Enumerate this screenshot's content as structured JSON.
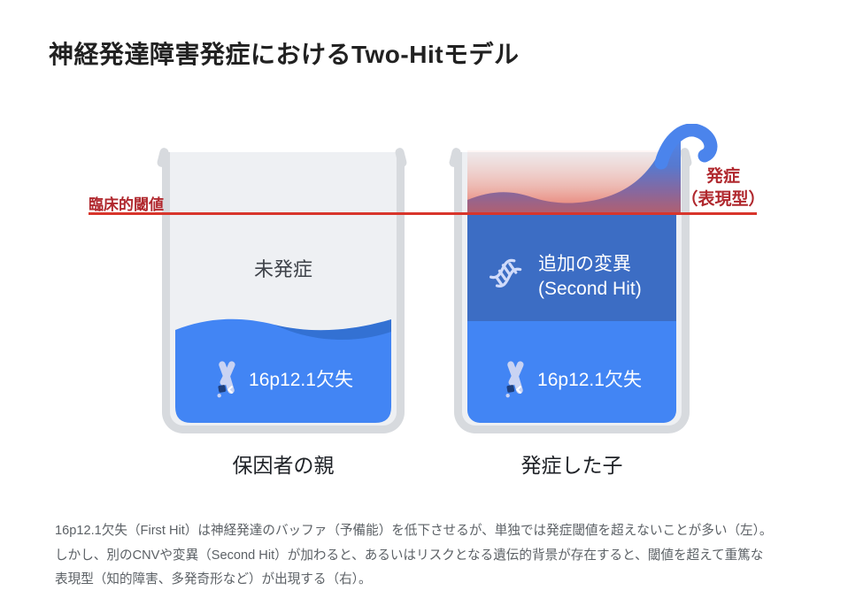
{
  "title": "神経発達障害発症におけるTwo-Hitモデル",
  "threshold": {
    "label": "臨床的閾値"
  },
  "onset": {
    "line1": "発症",
    "line2": "（表現型）"
  },
  "left_beaker": {
    "status": "未発症",
    "mutation": "16p12.1欠失",
    "caption": "保因者の親"
  },
  "right_beaker": {
    "second_hit_line1": "追加の変異",
    "second_hit_line2": "(Second Hit)",
    "mutation": "16p12.1欠失",
    "caption": "発症した子"
  },
  "icons": {
    "chromosome": "chromosome-icon",
    "dna": "dna-helix-icon"
  },
  "colors": {
    "liquid_blue": "#4285f4",
    "second_hit_blue": "#3c6dc4",
    "beaker_wall_gray": "#d7dade",
    "beaker_interior": "#eef0f3",
    "threshold_red": "#d8352b",
    "label_red": "#b0282e",
    "overflow_glow": "#e55444"
  },
  "footnote": {
    "lines": [
      "16p12.1欠失（First Hit）は神経発達のバッファ（予備能）を低下させるが、単独では発症閾値を超えないことが多い（左）。",
      "しかし、別のCNVや変異（Second Hit）が加わると、あるいはリスクとなる遺伝的背景が存在すると、閾値を超えて重篤な",
      "表現型（知的障害、多発奇形など）が出現する（右）。"
    ]
  }
}
